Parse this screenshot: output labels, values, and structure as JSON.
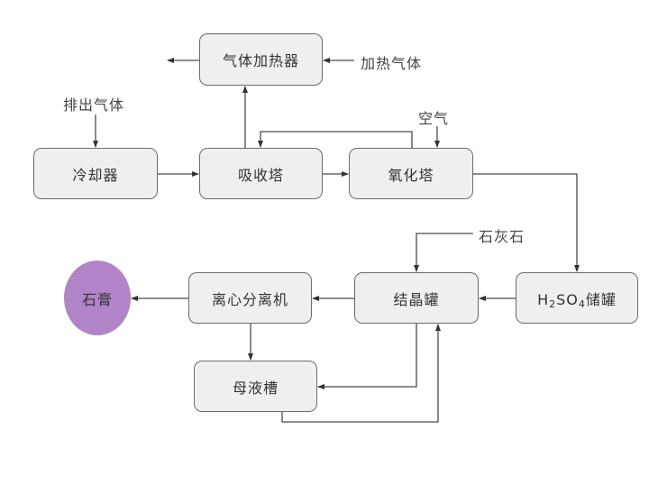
{
  "diagram": {
    "title": "",
    "colors": {
      "box_fill": "#efefef",
      "box_border": "#6b6b6b",
      "line": "#4a4a4a",
      "product_fill": "#b184c7"
    },
    "nodes": {
      "gas_heater": "气体加热器",
      "cooler": "冷却器",
      "absorber": "吸收塔",
      "oxidizer": "氧化塔",
      "h2so4_tank": {
        "h": "H",
        "sub2": "2",
        "so": "SO",
        "sub4": "4",
        "suffix": "储罐"
      },
      "crystallizer": "结晶罐",
      "centrifuge": "离心分离机",
      "mother_liquor_tank": "母液槽",
      "gypsum": "石膏"
    },
    "inputs": {
      "exhaust_gas": "排出气体",
      "heated_gas": "加热气体",
      "air": "空气",
      "limestone": "石灰石"
    },
    "edges": [
      {
        "from": "排出气体",
        "to": "冷却器"
      },
      {
        "from": "冷却器",
        "to": "吸收塔"
      },
      {
        "from": "吸收塔",
        "to": "气体加热器"
      },
      {
        "from": "加热气体",
        "to": "气体加热器"
      },
      {
        "from": "气体加热器",
        "to": "outlet"
      },
      {
        "from": "吸收塔",
        "to": "氧化塔"
      },
      {
        "from": "氧化塔",
        "to": "吸收塔"
      },
      {
        "from": "空气",
        "to": "氧化塔"
      },
      {
        "from": "氧化塔",
        "to": "H2SO4储罐"
      },
      {
        "from": "H2SO4储罐",
        "to": "结晶罐"
      },
      {
        "from": "石灰石",
        "to": "结晶罐"
      },
      {
        "from": "结晶罐",
        "to": "离心分离机"
      },
      {
        "from": "离心分离机",
        "to": "石膏"
      },
      {
        "from": "离心分离机",
        "to": "母液槽"
      },
      {
        "from": "结晶罐",
        "to": "母液槽"
      },
      {
        "from": "母液槽",
        "to": "结晶罐"
      }
    ]
  }
}
